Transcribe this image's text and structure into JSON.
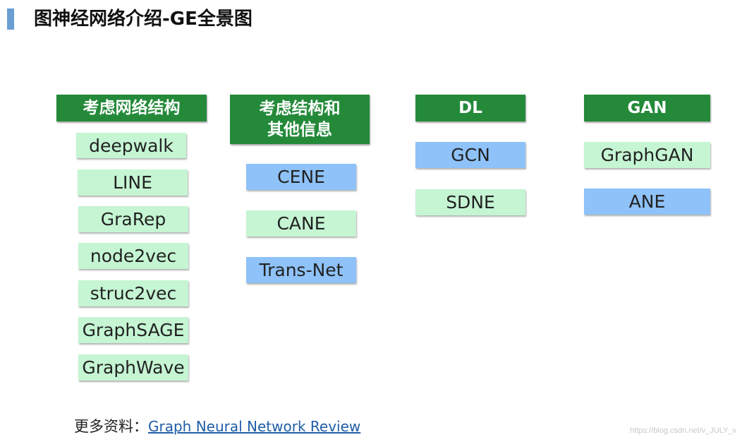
{
  "title": "图神经网络介绍-GE全景图",
  "columns": [
    {
      "header": "考虑网络结构",
      "items": [
        {
          "label": "deepwalk",
          "color": "green"
        },
        {
          "label": "LINE",
          "color": "green"
        },
        {
          "label": "GraRep",
          "color": "green"
        },
        {
          "label": "node2vec",
          "color": "green"
        },
        {
          "label": "struc2vec",
          "color": "green"
        },
        {
          "label": "GraphSAGE",
          "color": "green"
        },
        {
          "label": "GraphWave",
          "color": "green"
        }
      ]
    },
    {
      "header": "考虑结构和\n其他信息",
      "items": [
        {
          "label": "CENE",
          "color": "blue"
        },
        {
          "label": "CANE",
          "color": "green"
        },
        {
          "label": "Trans-Net",
          "color": "blue"
        }
      ]
    },
    {
      "header": "DL",
      "items": [
        {
          "label": "GCN",
          "color": "blue"
        },
        {
          "label": "SDNE",
          "color": "green"
        }
      ]
    },
    {
      "header": "GAN",
      "items": [
        {
          "label": "GraphGAN",
          "color": "green"
        },
        {
          "label": "ANE",
          "color": "blue"
        }
      ]
    }
  ],
  "footer": {
    "prefix": "更多资料：",
    "link_text": "Graph Neural Network Review"
  },
  "watermark": "https://blog.csdn.net/v_JULY_v",
  "colors": {
    "header_green": "#248a3a",
    "item_green": "#c5f5d3",
    "item_blue": "#8ec2f8",
    "accent_bar": "#6a9fd4",
    "link": "#1f5ea8"
  }
}
